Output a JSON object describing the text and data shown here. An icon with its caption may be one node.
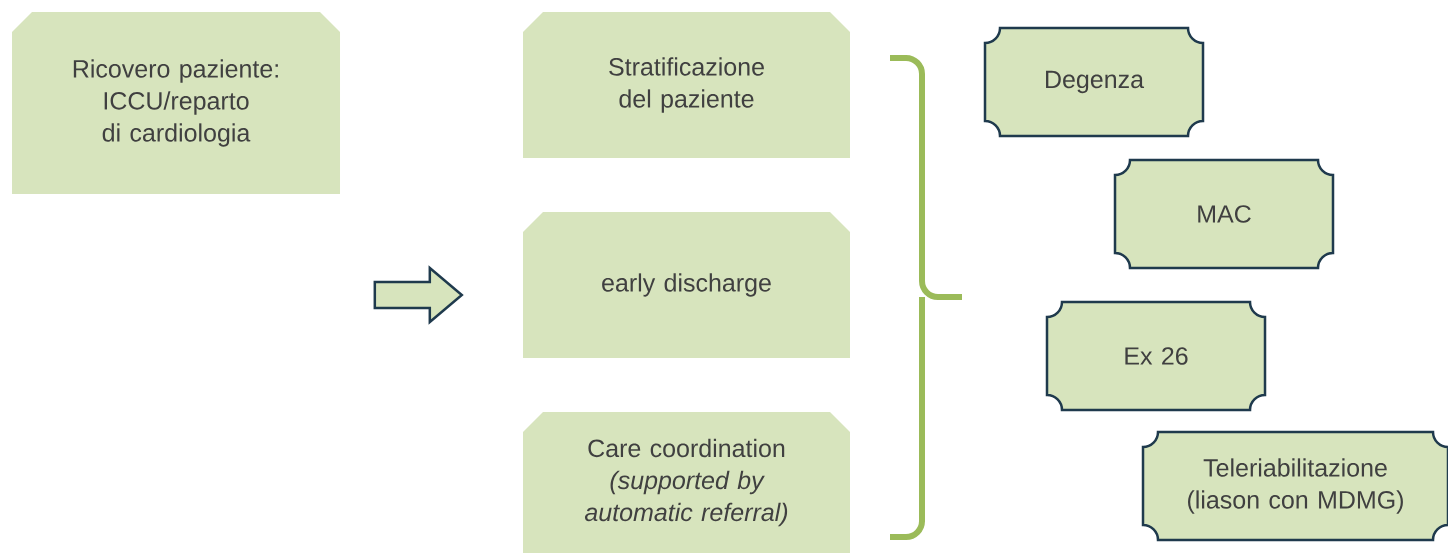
{
  "diagram": {
    "nodes": [
      {
        "text": [
          "Ricovero paziente: ICCU/reparto di cardiologia"
        ]
      },
      {
        "text": [
          "Stratificazione del paziente"
        ]
      },
      {
        "text": [
          "early discharge"
        ]
      },
      {
        "text": [
          "Care coordination *(supported by automatic referral)*"
        ]
      },
      {
        "text": [
          "Degenza"
        ]
      },
      {
        "text": [
          "MAC"
        ]
      },
      {
        "text": [
          "Ex 26"
        ]
      },
      {
        "text": [
          "Teleriabilitazione (liason con MDMG)"
        ]
      }
    ],
    "edges": [
      {
        "from": 0,
        "to": 2,
        "arrow": "to",
        "style": "thick"
      }
    ]
  }
}
